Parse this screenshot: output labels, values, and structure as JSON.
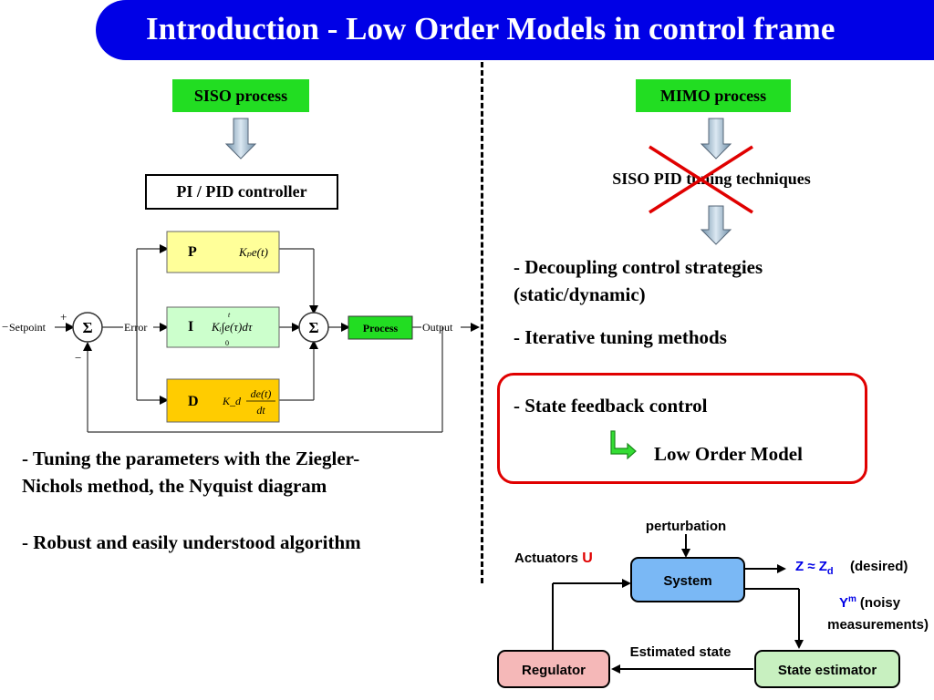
{
  "title": "Introduction - Low Order Models in control frame",
  "left": {
    "siso_label": "SISO process",
    "controller_label": "PI / PID controller",
    "pid": {
      "setpoint": "Setpoint",
      "error": "Error",
      "output": "Output",
      "process": "Process",
      "sum_symbol": "Σ",
      "plus_sign": "+",
      "minus_sign": "−",
      "p_letter": "P",
      "i_letter": "I",
      "d_letter": "D",
      "p_term": "Kₚe(t)",
      "i_term": "Kᵢ∫e(τ)dτ",
      "i_upper": "t",
      "i_lower": "0",
      "d_coef": "K_d",
      "d_num": "de(t)",
      "d_den": "dt",
      "colors": {
        "p": "#ffff99",
        "i": "#ccffcc",
        "d": "#ffcc00",
        "process": "#22dd22"
      }
    },
    "bullet1_line1": "- Tuning the parameters with the Ziegler-",
    "bullet1_line2": "Nichols method, the Nyquist diagram",
    "bullet2": "- Robust and easily understood algorithm"
  },
  "right": {
    "mimo_label": "MIMO process",
    "siso_pid_tuning": "SISO PID tuning techniques",
    "bullet_decoupling_line1": "- Decoupling control strategies",
    "bullet_decoupling_line2": "(static/dynamic)",
    "bullet_iterative": "- Iterative tuning methods",
    "bullet_state_feedback": "- State feedback control",
    "low_order_model": "Low Order Model",
    "highlight_color": "#e00000",
    "diagram": {
      "perturbation": "perturbation",
      "actuators": "Actuators",
      "actuators_symbol": "U",
      "system": "System",
      "z_label": "Z ≈ Z",
      "z_sub": "d",
      "desired": "(desired)",
      "y_label": "Y",
      "y_sup": "m",
      "noisy_line1": "(noisy",
      "noisy_line2": "measurements)",
      "estimated_state": "Estimated state",
      "regulator": "Regulator",
      "state_estimator": "State estimator",
      "colors": {
        "system": "#7ab8f5",
        "regulator": "#f5b8b8",
        "estimator": "#c8f0c0"
      }
    }
  }
}
